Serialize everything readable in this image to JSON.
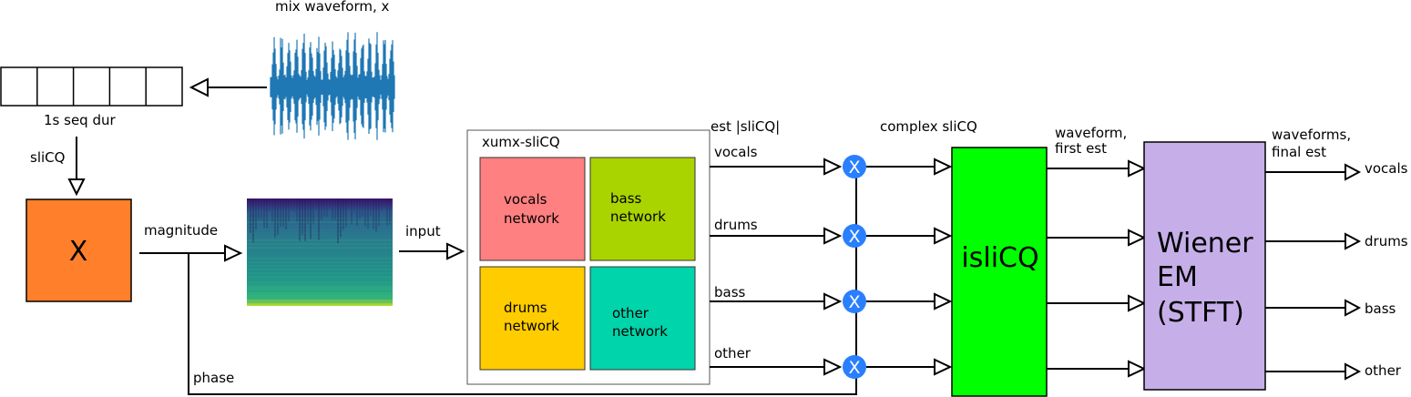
{
  "labels": {
    "mix_waveform": "mix waveform, x",
    "seq_dur": "1s seq dur",
    "slicq": "sliCQ",
    "x_block": "X",
    "magnitude": "magnitude",
    "phase": "phase",
    "input": "input",
    "model_title": "xumx-sliCQ",
    "est_abs": "est |sliCQ|",
    "complex": "complex sliCQ",
    "first_est_1": "waveform,",
    "first_est_2": "first est",
    "final_est_1": "waveforms,",
    "final_est_2": "final est",
    "islicq": "isliCQ",
    "wiener_1": "Wiener",
    "wiener_2": "EM",
    "wiener_3": "(STFT)",
    "multiply_symbol": "X"
  },
  "networks": [
    {
      "line1": "vocals",
      "line2": "network",
      "color": "#ff8080"
    },
    {
      "line1": "bass",
      "line2": "network",
      "color": "#aad400"
    },
    {
      "line1": "drums",
      "line2": "network",
      "color": "#ffcc00"
    },
    {
      "line1": "other",
      "line2": "network",
      "color": "#00d4aa"
    }
  ],
  "stems": [
    "vocals",
    "drums",
    "bass",
    "other"
  ],
  "outputs": [
    "vocals",
    "drums",
    "bass",
    "other"
  ],
  "colors": {
    "x_block": "#ff7f2a",
    "islicq": "#00ff00",
    "wiener": "#c6afe9",
    "multiply": "#2a7fff",
    "waveform": "#1f77b4"
  }
}
